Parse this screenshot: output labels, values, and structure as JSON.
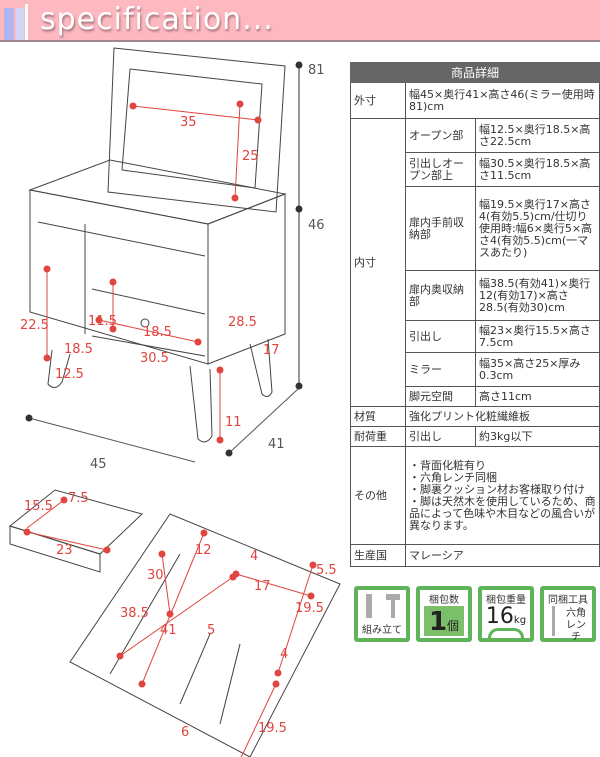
{
  "header": {
    "title": "specification..."
  },
  "drawing": {
    "main_dims": [
      "35",
      "25",
      "81",
      "46",
      "22.5",
      "11.5",
      "18.5",
      "28.5",
      "18.5",
      "30.5",
      "17",
      "12.5",
      "11",
      "45",
      "41"
    ],
    "tray_dims": [
      "15.5",
      "7.5",
      "23",
      "12",
      "30",
      "4",
      "5.5",
      "17",
      "38.5",
      "41",
      "19.5",
      "5",
      "4",
      "6",
      "19.5"
    ]
  },
  "table": {
    "title": "商品詳細",
    "outer": {
      "label": "外寸",
      "value": "幅45×奥行41×高さ46(ミラー使用時81)cm"
    },
    "inner": {
      "label": "内寸",
      "rows": [
        {
          "label": "オープン部",
          "value": "幅12.5×奥行18.5×高さ22.5cm"
        },
        {
          "label": "引出しオープン部上",
          "value": "幅30.5×奥行18.5×高さ11.5cm"
        },
        {
          "label": "扉内手前収納部",
          "value": "幅19.5×奥行17×高さ4(有効5.5)cm/仕切り使用時:幅6×奥行5×高さ4(有効5.5)cm(一マスあたり)"
        },
        {
          "label": "扉内奥収納部",
          "value": "幅38.5(有効41)×奥行12(有効17)×高さ28.5(有効30)cm"
        },
        {
          "label": "引出し",
          "value": "幅23×奥行15.5×高さ7.5cm"
        },
        {
          "label": "ミラー",
          "value": "幅35×高さ25×厚み0.3cm"
        },
        {
          "label": "脚元空間",
          "value": "高さ11cm"
        }
      ]
    },
    "material": {
      "label": "材質",
      "value": "強化プリント化粧繊維板"
    },
    "load": {
      "label": "耐荷重",
      "sub": "引出し",
      "value": "約3kg以下"
    },
    "other": {
      "label": "その他",
      "items": [
        "・背面化粧有り",
        "・六角レンチ同梱",
        "・脚裏クッション材お客様取り付け",
        "・脚は天然木を使用しているため、商品によって色味や木目などの風合いが異なります。"
      ]
    },
    "origin": {
      "label": "生産国",
      "value": "マレーシア"
    }
  },
  "icons": [
    {
      "name": "assembly",
      "label": "組み立て"
    },
    {
      "name": "packages",
      "label": "梱包数",
      "value": "1",
      "unit": "個"
    },
    {
      "name": "weight",
      "label": "梱包重量",
      "value": "16",
      "unit": "kg"
    },
    {
      "name": "tool",
      "label": "同梱工具",
      "value": "六角レンチ"
    }
  ],
  "colors": {
    "header": "#fdb8c0",
    "accent": "#e0453f",
    "icon": "#5fb35a"
  }
}
